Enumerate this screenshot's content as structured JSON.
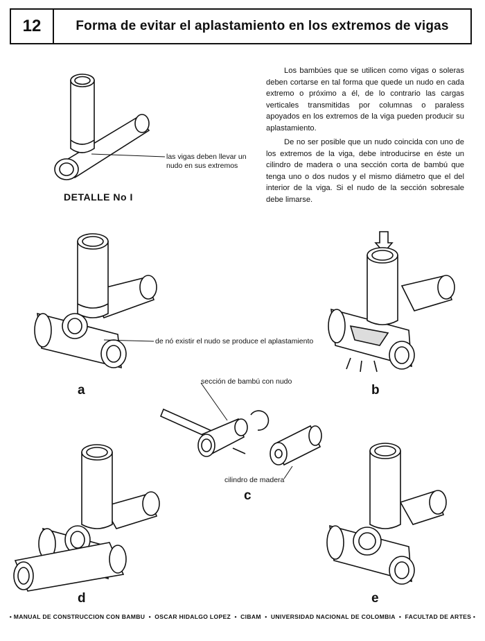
{
  "header": {
    "number": "12",
    "title": "Forma de evitar el aplastamiento en los extremos de vigas"
  },
  "text": {
    "paragraph_1": "Los bambúes que se utilicen como vigas o soleras deben cortarse en tal forma que quede un nudo en cada extremo o próximo a él, de lo contrario las cargas verticales transmitidas por columnas o paraless apoyados en los extremos de la viga pueden producir su aplastamiento.",
    "paragraph_2": "De no ser posible que un nudo coincida con uno de los extremos de la viga, debe introducirse en éste un cilindro de madera o una sección corta de bambú que tenga uno o dos nudos y el mismo diámetro que el del interior de la viga. Si el nudo de la sección sobresale debe limarse."
  },
  "labels": {
    "detail": "DETALLE No I",
    "annotation_nudo_line1": "las vigas deben llevar un",
    "annotation_nudo_line2": "nudo en sus extremos",
    "annotation_aplastamiento": "de nó existir el nudo se produce el aplastamiento",
    "annotation_seccion": "sección de bambú con nudo",
    "annotation_cilindro": "cilindro de madera",
    "letter_a": "a",
    "letter_b": "b",
    "letter_c": "c",
    "letter_d": "d",
    "letter_e": "e"
  },
  "footer": {
    "items": [
      "MANUAL DE CONSTRUCCION CON BAMBU",
      "OSCAR HIDALGO LOPEZ",
      "CIBAM",
      "UNIVERSIDAD NACIONAL DE COLOMBIA",
      "FACULTAD DE ARTES"
    ]
  }
}
